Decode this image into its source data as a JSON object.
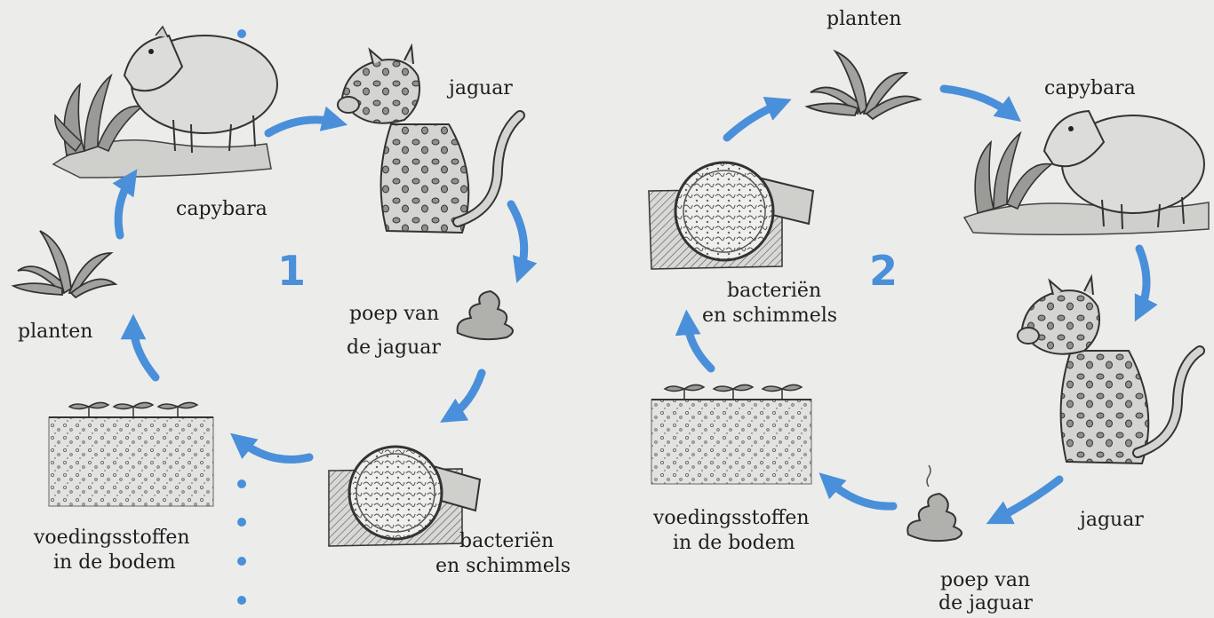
{
  "colors": {
    "arrow": "#4a8fd9",
    "dot": "#4a8fd9",
    "background": "#ececeb",
    "ink": "#1e1e1e"
  },
  "cycle1": {
    "number": "1",
    "labels": {
      "capybara": "capybara",
      "jaguar": "jaguar",
      "poop_line1": "poep van",
      "poop_line2": "de jaguar",
      "bacteria_line1": "bacteriën",
      "bacteria_line2": "en schimmels",
      "nutrients_line1": "voedingsstoffen",
      "nutrients_line2": "in de bodem",
      "plants": "planten"
    }
  },
  "cycle2": {
    "number": "2",
    "labels": {
      "plants": "planten",
      "capybara": "capybara",
      "jaguar": "jaguar",
      "poop_line1": "poep van",
      "poop_line2": "de jaguar",
      "nutrients_line1": "voedingsstoffen",
      "nutrients_line2": "in de bodem",
      "bacteria_line1": "bacteriën",
      "bacteria_line2": "en schimmels"
    }
  },
  "icons": [
    "capybara-icon",
    "jaguar-icon",
    "poop-icon",
    "magnifier-icon",
    "soil-icon",
    "plant-icon"
  ]
}
